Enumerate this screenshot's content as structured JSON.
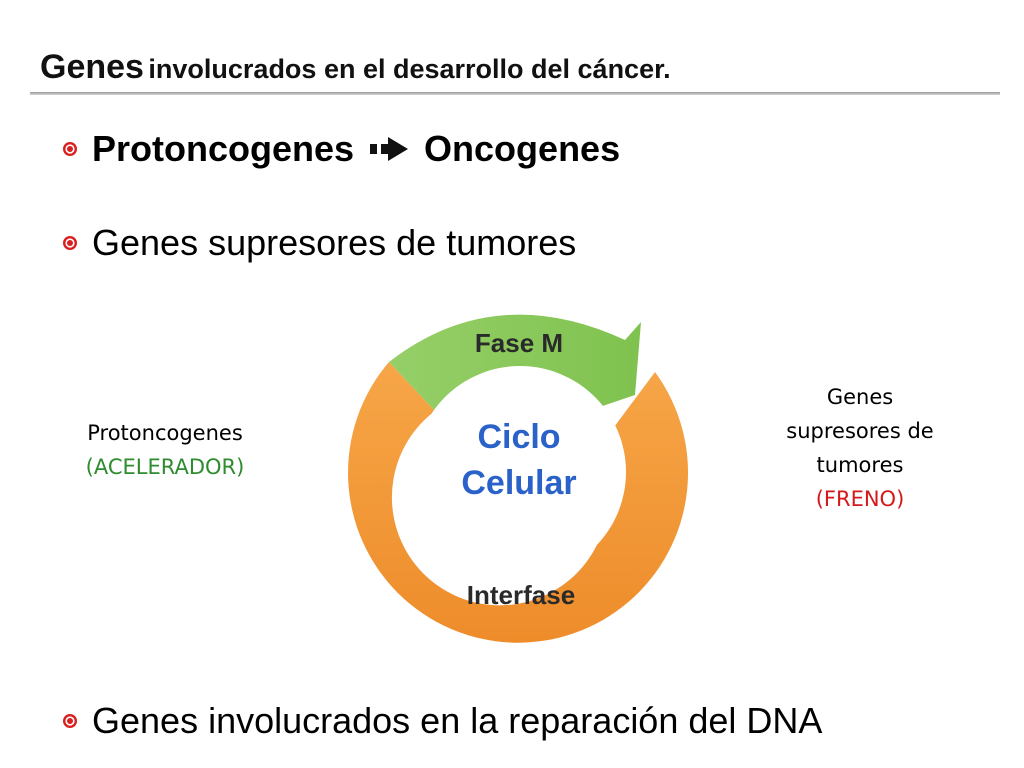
{
  "title": {
    "main_word": "Genes",
    "rest": "involucrados en el desarrollo del cáncer."
  },
  "bullets": [
    {
      "left": "Protoncogenes",
      "arrow_icon": "right-arrow-icon",
      "right": "Oncogenes"
    },
    {
      "text": "Genes supresores de tumores"
    },
    {
      "text": "Genes involucrados en la reparación del DNA"
    }
  ],
  "bullet_icon": "concentric-circle-bullet-icon",
  "diagram": {
    "phase_top": "Fase M",
    "phase_bottom": "Interfase",
    "center_line1": "Ciclo",
    "center_line2": "Celular",
    "colors": {
      "ring_orange": "#f39a3a",
      "arrow_green": "#8cca5e",
      "center_text_blue": "#2a62c9"
    }
  },
  "left_label": {
    "line1": "Protoncogenes",
    "line2": "(ACELERADOR)",
    "color_accent": "#2e8b2e"
  },
  "right_label": {
    "line1": "Genes",
    "line2": "supresores de",
    "line3": "tumores",
    "line4": "(FRENO)",
    "color_accent": "#d4191b"
  }
}
